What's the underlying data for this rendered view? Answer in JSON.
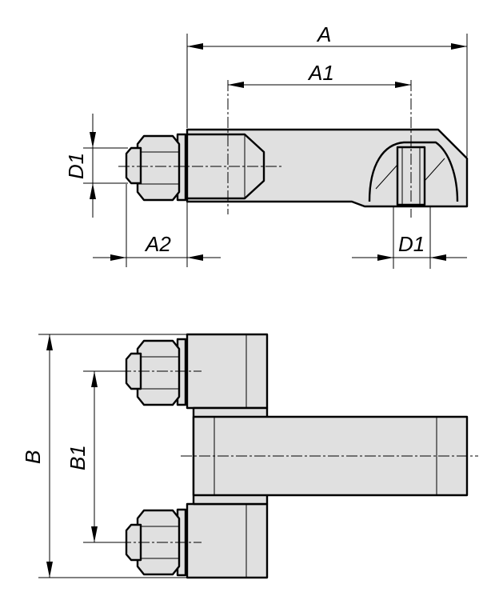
{
  "labels": {
    "A": "A",
    "A1": "A1",
    "A2": "A2",
    "D1_left": "D1",
    "D1_right": "D1",
    "B": "B",
    "B1": "B1"
  },
  "colors": {
    "part_fill": "#e0e0e0",
    "line": "#000000",
    "background": "#ffffff"
  }
}
